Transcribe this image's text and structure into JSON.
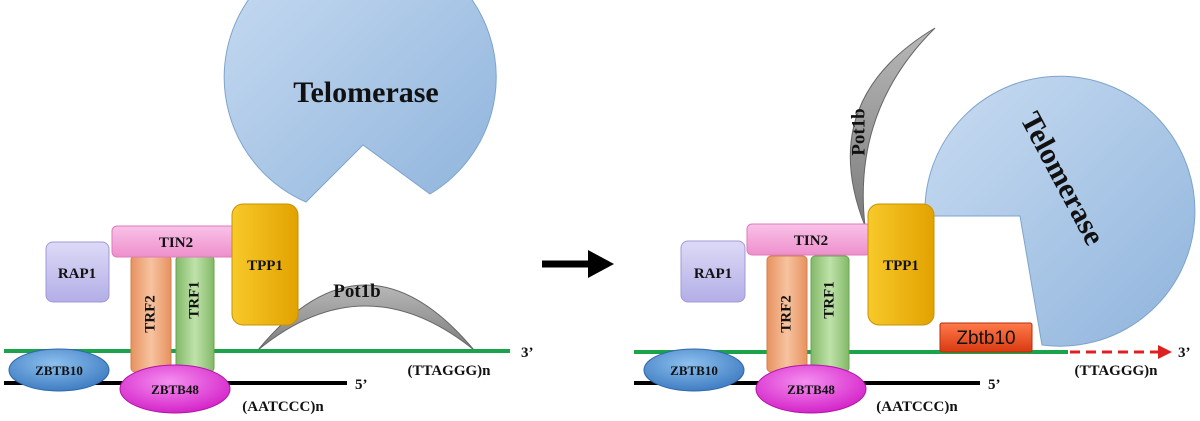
{
  "colors": {
    "telomerase": "#a9c8e6",
    "pot1b": "#9b9b9b",
    "tpp1": "#f2b600",
    "tin2": "#f4a6d8",
    "rap1": "#c7c3ee",
    "trf2": "#efaa80",
    "trf1": "#9fcc85",
    "zbtb10": "#4f8fd0",
    "zbtb48": "#e23ad8",
    "zbtb10_small": "#e84b20",
    "strand_green": "#1aa34a",
    "strand_black": "#000000",
    "extension": "#e02020",
    "arrow": "#000000"
  },
  "left": {
    "telomerase": "Telomerase",
    "pot1b": "Pot1b",
    "tin2": "TIN2",
    "tpp1": "TPP1",
    "rap1": "RAP1",
    "trf2": "TRF2",
    "trf1": "TRF1",
    "zbtb10": "ZBTB10",
    "zbtb48": "ZBTB48",
    "end3": "3’",
    "end5": "5’",
    "g_strand": "(TTAGGG)n",
    "c_strand": "(AATCCC)n"
  },
  "right": {
    "telomerase": "Telomerase",
    "pot1b": "Pot1b",
    "tin2": "TIN2",
    "tpp1": "TPP1",
    "rap1": "RAP1",
    "trf2": "TRF2",
    "trf1": "TRF1",
    "zbtb10": "ZBTB10",
    "zbtb48": "ZBTB48",
    "zbtb10_small": "Zbtb10",
    "end3": "3’",
    "end5": "5’",
    "g_strand": "(TTAGGG)n",
    "c_strand": "(AATCCC)n"
  }
}
